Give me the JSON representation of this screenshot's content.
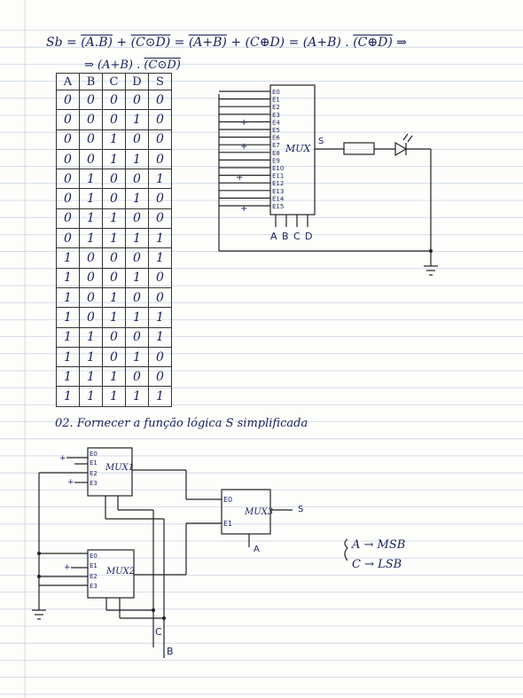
{
  "equation": {
    "prefix": "Sb = ",
    "t1": "(A.B)",
    "plus1": " + ",
    "t2": "(C⊙D)",
    "eq": " = ",
    "t3": "(A+B)",
    "plus2": " + ",
    "t4": "(C⊕D)",
    "eq2": " = ",
    "t5": "(A+B)",
    "dot": " . ",
    "t6": "(C⊕D)",
    "arrow": " ⇒",
    "line2_prefix": "⇒ ",
    "line2_t1": "(A+B)",
    "line2_dot": " . ",
    "line2_t2": "(C⊙D)"
  },
  "truth_table": {
    "headers": [
      "A",
      "B",
      "C",
      "D",
      "S"
    ],
    "rows": [
      [
        "0",
        "0",
        "0",
        "0",
        "0"
      ],
      [
        "0",
        "0",
        "0",
        "1",
        "0"
      ],
      [
        "0",
        "0",
        "1",
        "0",
        "0"
      ],
      [
        "0",
        "0",
        "1",
        "1",
        "0"
      ],
      [
        "0",
        "1",
        "0",
        "0",
        "1"
      ],
      [
        "0",
        "1",
        "0",
        "1",
        "0"
      ],
      [
        "0",
        "1",
        "1",
        "0",
        "0"
      ],
      [
        "0",
        "1",
        "1",
        "1",
        "1"
      ],
      [
        "1",
        "0",
        "0",
        "0",
        "1"
      ],
      [
        "1",
        "0",
        "0",
        "1",
        "0"
      ],
      [
        "1",
        "0",
        "1",
        "0",
        "0"
      ],
      [
        "1",
        "0",
        "1",
        "1",
        "1"
      ],
      [
        "1",
        "1",
        "0",
        "0",
        "1"
      ],
      [
        "1",
        "1",
        "0",
        "1",
        "0"
      ],
      [
        "1",
        "1",
        "1",
        "0",
        "0"
      ],
      [
        "1",
        "1",
        "1",
        "1",
        "1"
      ]
    ]
  },
  "mux16": {
    "name": "MUX",
    "inputs": [
      "E0",
      "E1",
      "E2",
      "E3",
      "E4",
      "E5",
      "E6",
      "E7",
      "E8",
      "E9",
      "E10",
      "E11",
      "E12",
      "E13",
      "E14",
      "E15"
    ],
    "output": "S",
    "selects": [
      "A",
      "B",
      "C",
      "D"
    ],
    "plus": "+"
  },
  "question2": "02. Fornecer a função lógica S simplificada",
  "mux_tree": {
    "mux1": {
      "name": "MUX1",
      "inputs": [
        "E0",
        "E1",
        "E2",
        "E3"
      ]
    },
    "mux2": {
      "name": "MUX2",
      "inputs": [
        "E0",
        "E1",
        "E2",
        "E3"
      ]
    },
    "mux3": {
      "name": "MUX3",
      "inputs": [
        "E0",
        "E1"
      ],
      "output": "S",
      "select": "A"
    },
    "plus": "+",
    "label_c": "C",
    "label_b": "B"
  },
  "note": {
    "line1": "A → MSB",
    "line2": "C → LSB"
  }
}
